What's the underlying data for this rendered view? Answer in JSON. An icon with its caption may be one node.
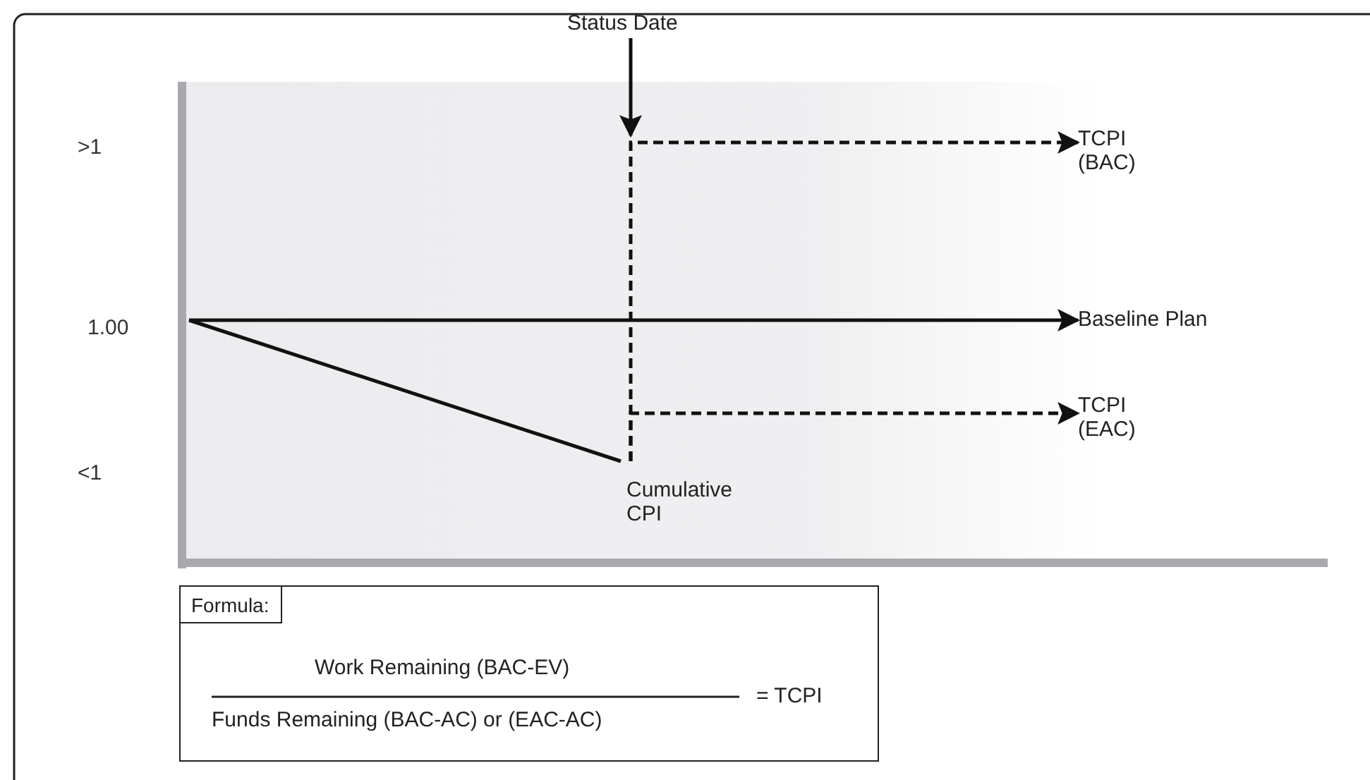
{
  "diagram": {
    "nodes": [
      {
        "text": [
          "Status Date"
        ]
      },
      {
        "text": [
          "TCPI (BAC)"
        ]
      },
      {
        "text": [
          "Baseline Plan"
        ]
      },
      {
        "text": [
          "TCPI (EAC)"
        ]
      },
      {
        "text": [
          "Cumulative CPI"
        ]
      },
      {
        "text": [
          "Formula:",
          "Work Remaining (BAC-EV)",
          "Funds Remaining (BAC-AC) or (EAC-AC)",
          "= TCPI"
        ]
      }
    ],
    "edges": [
      {
        "from": 4,
        "to": 1,
        "arrow": "to",
        "style": "dashed"
      },
      {
        "from": 4,
        "to": 3,
        "arrow": "to",
        "style": "dashed"
      },
      {
        "from": null,
        "to": 2,
        "arrow": "to"
      },
      {
        "from": 0,
        "to": null,
        "arrow": "to"
      },
      {
        "from": null,
        "to": 4,
        "arrow": "none"
      }
    ],
    "labels": [
      ">1",
      "1.00",
      "<1"
    ]
  }
}
